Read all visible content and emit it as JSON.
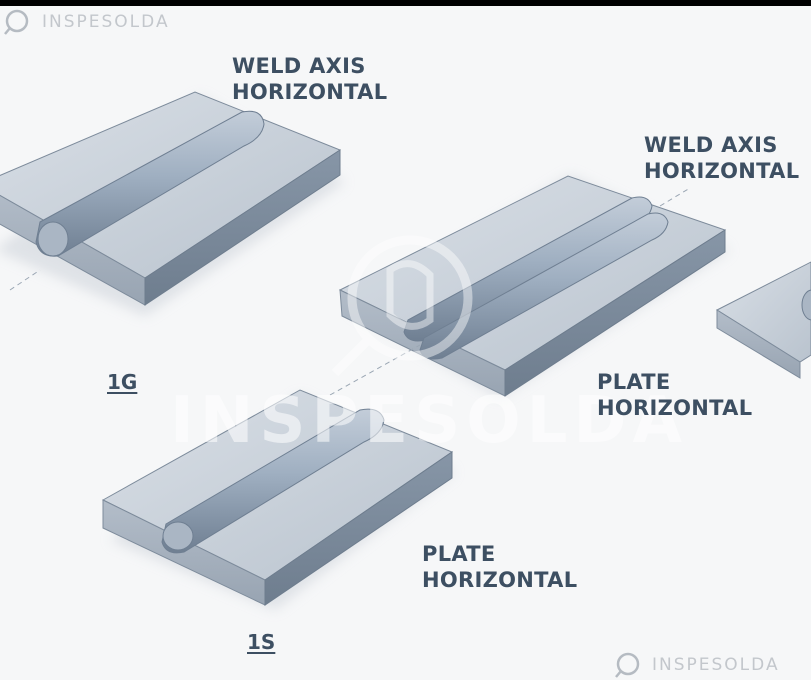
{
  "watermark": {
    "brand": "INSPESOLDA",
    "icon": "inspesolda-logo-icon"
  },
  "labels": {
    "weld_axis_top": [
      "WELD AXIS",
      "HORIZONTAL"
    ],
    "weld_axis_right": [
      "WELD AXIS",
      "HORIZONTAL"
    ],
    "plate_mid": [
      "PLATE",
      "HORIZONTAL"
    ],
    "plate_bottom": [
      "PLATE",
      "HORIZONTAL"
    ]
  },
  "positions": {
    "p1": "1G",
    "p2": "1S"
  },
  "colors": {
    "plate_top": "#c9d0d8",
    "plate_side": "#7d8b9b",
    "weld_bead": "#8e9eb1",
    "text": "#3d4f62",
    "background": "#f6f7f8"
  }
}
